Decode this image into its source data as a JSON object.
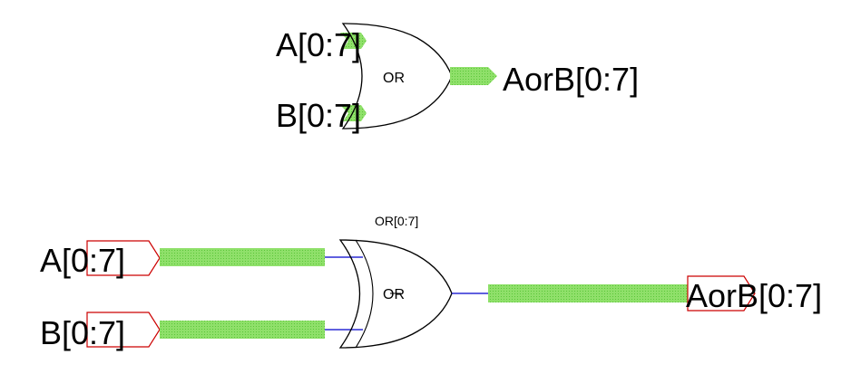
{
  "top_gate": {
    "input_a": "A[0:7]",
    "input_b": "B[0:7]",
    "gate_label": "OR",
    "output": "AorB[0:7]"
  },
  "bottom_gate": {
    "instance_label": "OR[0:7]",
    "input_a": "A[0:7]",
    "input_b": "B[0:7]",
    "gate_label": "OR",
    "output": "AorB[0:7]"
  },
  "colors": {
    "bus": "#7fdc5a",
    "wire": "#0000cc",
    "port_outline": "#cc0000",
    "gate_outline": "#000000"
  }
}
